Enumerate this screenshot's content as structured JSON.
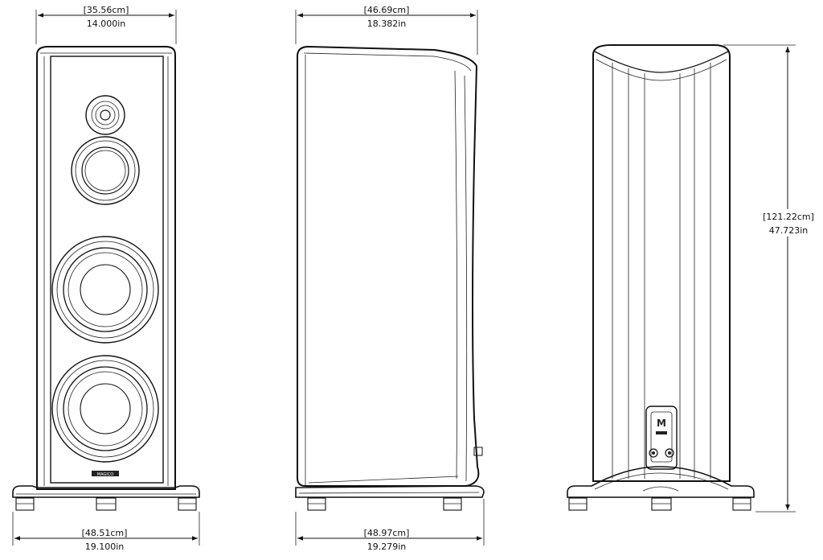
{
  "dimensions": {
    "front_width": {
      "metric": "[35.56cm]",
      "imperial": "14.000in"
    },
    "front_base_width": {
      "metric": "[48.51cm]",
      "imperial": "19.100in"
    },
    "side_depth": {
      "metric": "[46.69cm]",
      "imperial": "18.382in"
    },
    "side_base_depth": {
      "metric": "[48.97cm]",
      "imperial": "19.279in"
    },
    "rear_height": {
      "metric": "[121.22cm]",
      "imperial": "47.723in"
    }
  },
  "logos": {
    "front_badge": "MAGICO",
    "rear_plate": "M"
  },
  "colors": {
    "line": "#111111",
    "background": "#ffffff"
  }
}
